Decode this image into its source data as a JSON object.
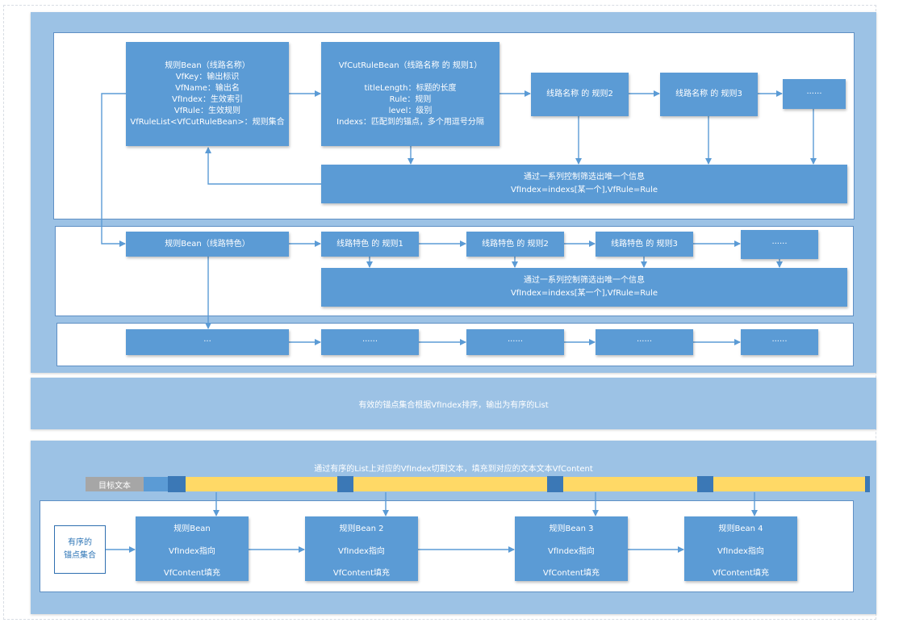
{
  "top": {
    "rule_bean": {
      "lines": [
        "规则Bean（线路名称）",
        "VfKey：输出标识",
        "VfName：输出名",
        "VfIndex：生效索引",
        "VfRule：生效规则",
        "VfRuleList<VfCutRuleBean>：规则集合"
      ]
    },
    "cut_rule_bean": {
      "title": "VfCutRuleBean（线路名称 的 规则1）",
      "lines": [
        "titleLength：标题的长度",
        "Rule：规则",
        "level：级别",
        "Indexs：匹配到的锚点，多个用逗号分隔"
      ]
    },
    "rule2": "线路名称 的 规则2",
    "rule3": "线路名称 的 规则3",
    "more": "······",
    "filter": {
      "line1": "通过一系列控制筛选出唯一个信息",
      "line2": "VfIndex=indexs[某一个],VfRule=Rule"
    }
  },
  "middle": {
    "rule_bean": "规则Bean（线路特色）",
    "rule1": "线路特色 的 规则1",
    "rule2": "线路特色 的 规则2",
    "rule3": "线路特色 的 规则3",
    "more": "······",
    "filter": {
      "line1": "通过一系列控制筛选出唯一个信息",
      "line2": "VfIndex=indexs[某一个],VfRule=Rule"
    }
  },
  "third": {
    "first": "···",
    "items": [
      "······",
      "······",
      "······",
      "······"
    ]
  },
  "sort_band": {
    "text": "有效的锚点集合根据VfIndex排序，输出为有序的List"
  },
  "bottom": {
    "caption": "通过有序的List上对应的VfIndex切割文本，填充到对应的文本文本VfContent",
    "target_label": "目标文本",
    "anchor_set": {
      "line1": "有序的",
      "line2": "锚点集合"
    },
    "beans": [
      {
        "title": "规则Bean",
        "mid": "VfIndex指向",
        "bottom": "VfContent填充"
      },
      {
        "title": "规则Bean 2",
        "mid": "VfIndex指向",
        "bottom": "VfContent填充"
      },
      {
        "title": "规则Bean 3",
        "mid": "VfIndex指向",
        "bottom": "VfContent填充"
      },
      {
        "title": "规则Bean 4",
        "mid": "VfIndex指向",
        "bottom": "VfContent填充"
      }
    ]
  },
  "colors": {
    "band": "#9cc2e5",
    "box": "#5b9bd5",
    "arrow": "#5b9bd5",
    "bar": "#ffd966",
    "tick": "#3b78b6"
  }
}
